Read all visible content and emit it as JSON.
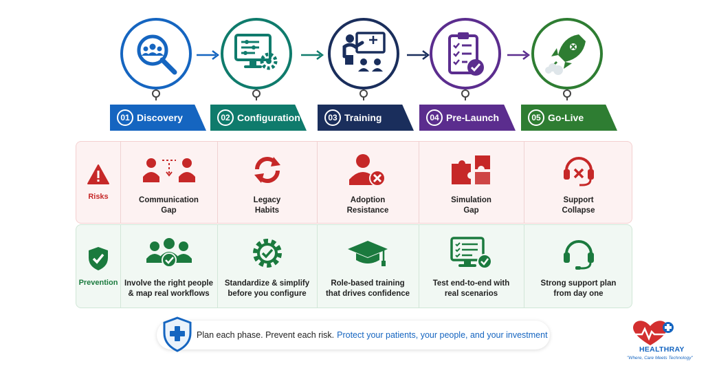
{
  "phases": [
    {
      "num": "01",
      "label": "Discovery",
      "color": "#1565c0",
      "icon": "team-search-icon"
    },
    {
      "num": "02",
      "label": "Configuration",
      "color": "#0f7b6c",
      "icon": "monitor-settings-icon"
    },
    {
      "num": "03",
      "label": "Training",
      "color": "#1a2e5c",
      "icon": "presenter-board-icon"
    },
    {
      "num": "04",
      "label": "Pre-Launch",
      "color": "#5b2d8e",
      "icon": "checklist-clipboard-icon"
    },
    {
      "num": "05",
      "label": "Go-Live",
      "color": "#2e7d32",
      "icon": "rocket-icon"
    }
  ],
  "risks": {
    "label": "Risks",
    "color": "#c62828",
    "items": [
      {
        "line1": "Communication",
        "line2": "Gap",
        "icon": "communication-gap-icon"
      },
      {
        "line1": "Legacy",
        "line2": "Habits",
        "icon": "refresh-cycle-icon"
      },
      {
        "line1": "Adoption",
        "line2": "Resistance",
        "icon": "user-reject-icon"
      },
      {
        "line1": "Simulation",
        "line2": "Gap",
        "icon": "puzzle-pieces-icon"
      },
      {
        "line1": "Support",
        "line2": "Collapse",
        "icon": "headset-error-icon"
      }
    ]
  },
  "prevention": {
    "label": "Prevention",
    "color": "#1b7a3e",
    "items": [
      {
        "line1": "Involve the right people",
        "line2": "& map real workflows",
        "icon": "team-check-icon"
      },
      {
        "line1": "Standardize & simplify",
        "line2": "before you configure",
        "icon": "gear-check-icon"
      },
      {
        "line1": "Role-based training",
        "line2": "that drives confidence",
        "icon": "graduation-cap-icon"
      },
      {
        "line1": "Test end-to-end with",
        "line2": "real scenarios",
        "icon": "monitor-checklist-icon"
      },
      {
        "line1": "Strong support plan",
        "line2": "from day one",
        "icon": "headset-icon"
      }
    ]
  },
  "footer": {
    "text": "Plan each phase. Prevent each risk.",
    "accent_text": "Protect your patients, your people, and your investment",
    "accent_color": "#1565c0"
  },
  "logo": {
    "brand": "HEALTHRAY",
    "tagline": "\"Where, Care Meets Technology\""
  }
}
